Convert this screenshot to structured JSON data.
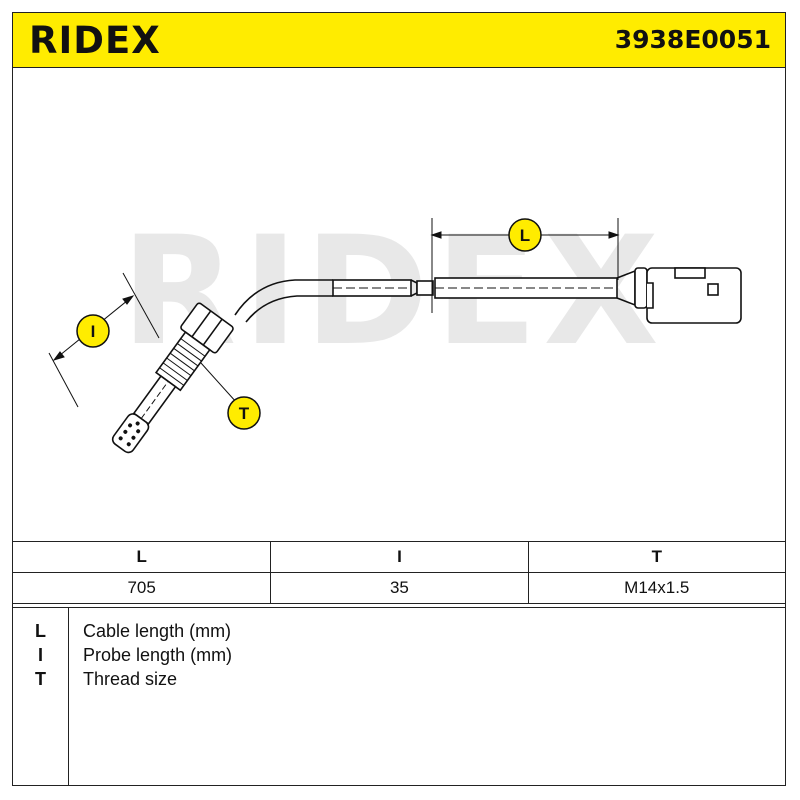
{
  "header": {
    "brand": "RIDEX",
    "part_number": "3938E0051",
    "background_color": "#ffec00"
  },
  "drawing": {
    "watermark": "RIDEX",
    "callouts": [
      "L",
      "I",
      "T"
    ]
  },
  "spec_table": {
    "columns": [
      "L",
      "I",
      "T"
    ],
    "values": [
      "705",
      "35",
      "M14x1.5"
    ]
  },
  "legend": {
    "items": [
      {
        "key": "L",
        "text": "Cable length (mm)"
      },
      {
        "key": "I",
        "text": "Probe length (mm)"
      },
      {
        "key": "T",
        "text": "Thread size"
      }
    ]
  }
}
